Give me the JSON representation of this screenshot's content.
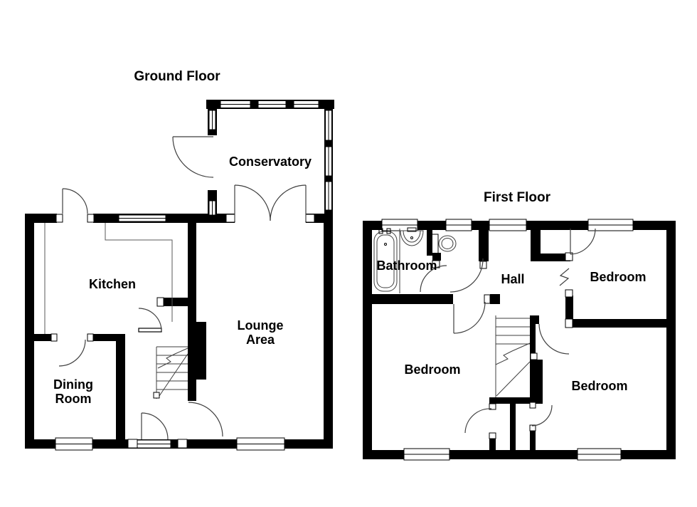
{
  "document": {
    "type": "floorplan",
    "background_color": "#ffffff",
    "wall_color": "#000000",
    "line_color": "#3f3f3f",
    "window_fill": "#ffffff"
  },
  "titles": {
    "ground": "Ground Floor",
    "first": "First Floor"
  },
  "labels": {
    "conservatory": "Conservatory",
    "kitchen": "Kitchen",
    "lounge_line1": "Lounge",
    "lounge_line2": "Area",
    "dining_line1": "Dining",
    "dining_line2": "Room",
    "bathroom": "Bathroom",
    "hall": "Hall",
    "bedroom_top_right": "Bedroom",
    "bedroom_bottom_left": "Bedroom",
    "bedroom_bottom_right": "Bedroom"
  },
  "fixtures": {
    "bath": "bath-tub",
    "sink": "wash-basin",
    "toilet": "toilet",
    "stairs_ground": "staircase-up",
    "stairs_first": "staircase-down"
  }
}
